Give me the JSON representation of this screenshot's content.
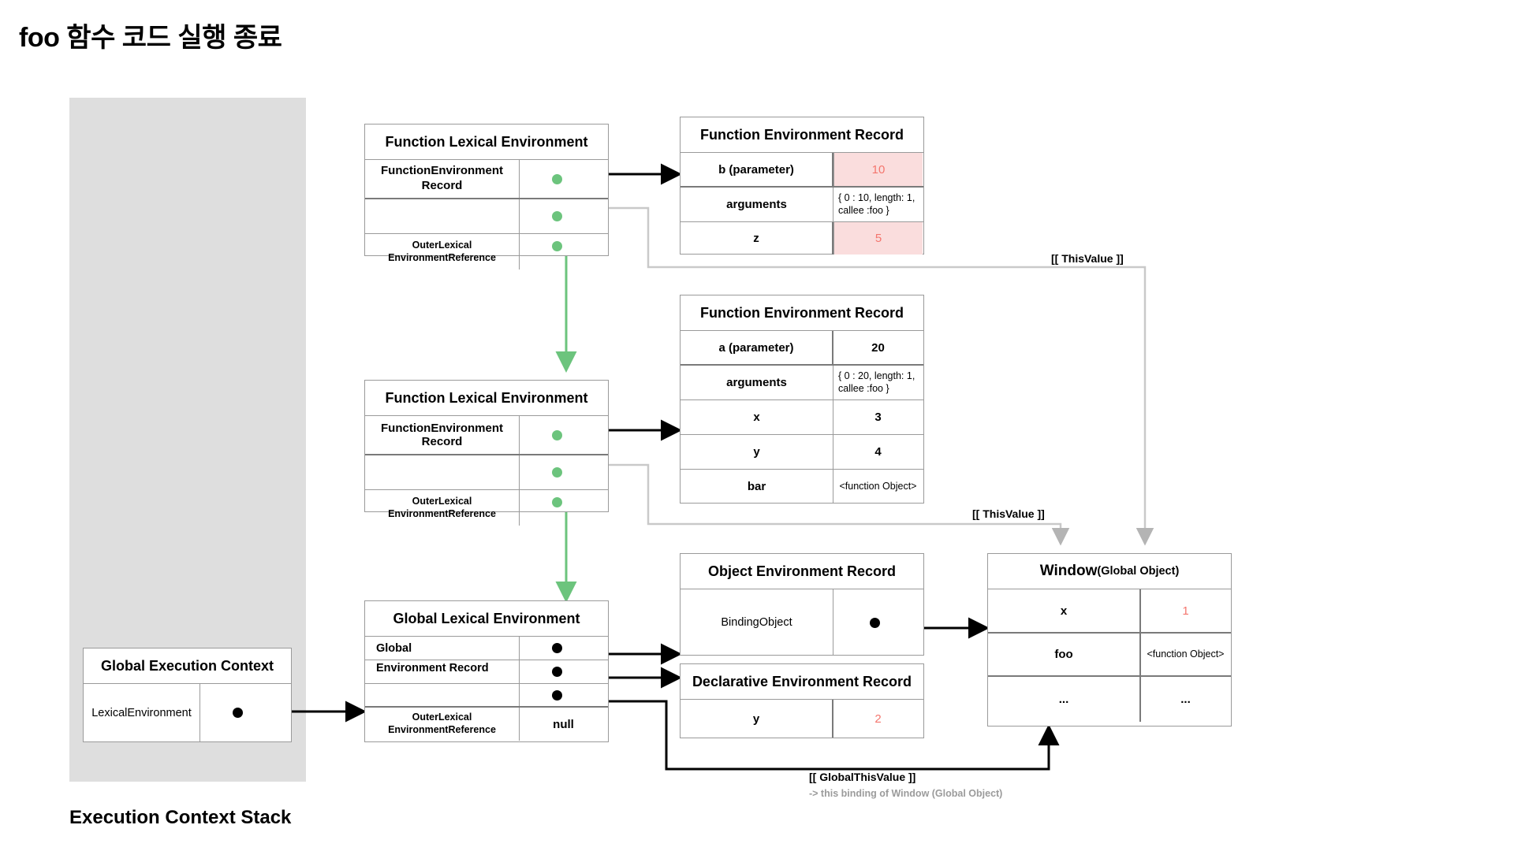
{
  "page": {
    "title": "foo 함수 코드 실행 종료",
    "stack_caption": "Execution Context Stack"
  },
  "colors": {
    "accent_green": "#6cc47d",
    "highlight_pink_bg": "#fadddd",
    "highlight_red_text": "#f4766e",
    "stack_panel_bg": "#dedede",
    "border": "#9a9a9a",
    "faint_line": "#c9c9c9"
  },
  "fle_top": {
    "title": "Function Lexical Environment",
    "rows": [
      {
        "label": "FunctionEnvironment Record",
        "pointer": "green-dot"
      },
      {
        "label": "",
        "pointer": "green-dot"
      },
      {
        "label": "OuterLexical EnvironmentReference",
        "label_line1": "OuterLexical",
        "label_line2": "EnvironmentReference",
        "pointer": "green-dot"
      }
    ]
  },
  "fer_top": {
    "title": "Function Environment Record",
    "rows": [
      {
        "key": "b (parameter)",
        "value": "10",
        "highlight": true
      },
      {
        "key": "arguments",
        "value": "{ 0 : 10, length: 1, callee :foo }",
        "highlight": false
      },
      {
        "key": "z",
        "value": "5",
        "highlight": true
      }
    ]
  },
  "fle_mid": {
    "title": "Function Lexical Environment",
    "rows": [
      {
        "label_line1": "FunctionEnvironment",
        "label_line2": "Record",
        "pointer": "green-dot"
      },
      {
        "label": "",
        "pointer": "green-dot"
      },
      {
        "label_line1": "OuterLexical",
        "label_line2": "EnvironmentReference",
        "pointer": "green-dot"
      }
    ]
  },
  "fer_mid": {
    "title": "Function Environment Record",
    "rows": [
      {
        "key": "a (parameter)",
        "value": "20"
      },
      {
        "key": "arguments",
        "value": "{ 0 : 20, length: 1, callee :foo }"
      },
      {
        "key": "x",
        "value": "3"
      },
      {
        "key": "y",
        "value": "4"
      },
      {
        "key": "bar",
        "value": "<function Object>"
      }
    ]
  },
  "gle": {
    "title": "Global Lexical Environment",
    "rows": [
      {
        "label_line1": "Global",
        "label_line2": "Environment Record",
        "pointer": "black-dot"
      },
      {
        "label": "",
        "pointer": "black-dot"
      },
      {
        "label": "",
        "pointer": "black-dot"
      },
      {
        "label_line1": "OuterLexical",
        "label_line2": "EnvironmentReference",
        "value": "null"
      }
    ]
  },
  "gec": {
    "title": "Global Execution Context",
    "rows": [
      {
        "key": "LexicalEnvironment",
        "pointer": "black-dot"
      }
    ]
  },
  "oer": {
    "title": "Object Environment Record",
    "rows": [
      {
        "key": "BindingObject",
        "pointer": "black-dot"
      }
    ]
  },
  "der": {
    "title": "Declarative Environment Record",
    "rows": [
      {
        "key": "y",
        "value": "2",
        "highlight": true
      }
    ]
  },
  "window": {
    "title_main": "Window",
    "title_sub": "(Global Object)",
    "rows": [
      {
        "key": "x",
        "value": "1",
        "highlight": true
      },
      {
        "key": "foo",
        "value": "<function Object>",
        "highlight": false
      },
      {
        "key": "...",
        "value": "...",
        "highlight": false
      }
    ]
  },
  "annotations": {
    "this_value_top": "[[ ThisValue ]]",
    "this_value_mid": "[[ ThisValue ]]",
    "global_this_value": "[[ GlobalThisValue ]]",
    "global_this_note": "-> this binding of Window (Global Object)"
  }
}
